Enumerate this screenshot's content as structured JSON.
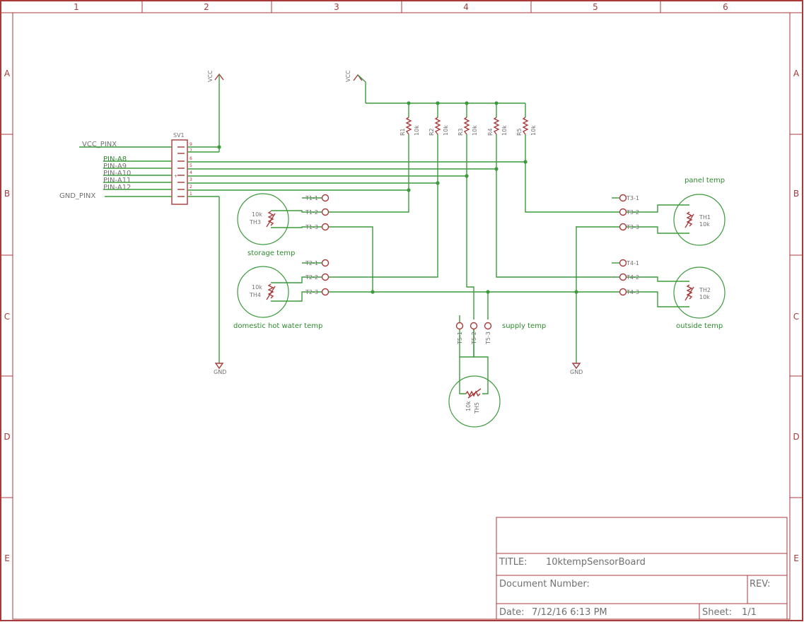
{
  "frame": {
    "columns": [
      "1",
      "2",
      "3",
      "4",
      "5",
      "6"
    ],
    "rows": [
      "A",
      "B",
      "C",
      "D",
      "E"
    ]
  },
  "power": {
    "vcc": "VCC",
    "gnd": "GND"
  },
  "connector": {
    "name": "SV1",
    "pins": [
      "9",
      "7",
      "6",
      "5",
      "4",
      "3",
      "2",
      "1"
    ],
    "nets": [
      "VCC_PINX",
      "PIN-A8",
      "PIN-A9",
      "PIN-A10",
      "PIN-A11",
      "PIN-A12",
      "GND_PINX"
    ],
    "mark": "+"
  },
  "resistors": [
    {
      "name": "R1",
      "value": "10k"
    },
    {
      "name": "R2",
      "value": "10k"
    },
    {
      "name": "R3",
      "value": "10k"
    },
    {
      "name": "R4",
      "value": "10k"
    },
    {
      "name": "R5",
      "value": "10k"
    }
  ],
  "terminals": {
    "t1": [
      "T1-1",
      "T1-2",
      "T1-3"
    ],
    "t2": [
      "T2-1",
      "T2-2",
      "T2-3"
    ],
    "t3": [
      "T3-1",
      "T3-2",
      "T3-3"
    ],
    "t4": [
      "T4-1",
      "T4-2",
      "T4-3"
    ],
    "t5": [
      "T5-1",
      "T5-2",
      "T5-3"
    ]
  },
  "thermistors": [
    {
      "name": "TH1",
      "value": "10k",
      "label": "panel temp"
    },
    {
      "name": "TH2",
      "value": "10k",
      "label": "outside temp"
    },
    {
      "name": "TH3",
      "value": "10k",
      "label": "storage temp"
    },
    {
      "name": "TH4",
      "value": "10k",
      "label": "domestic hot water temp"
    },
    {
      "name": "TH5",
      "value": "10k",
      "label": "supply temp"
    }
  ],
  "title_block": {
    "title_label": "TITLE:",
    "title_value": "10ktempSensorBoard",
    "doc_label": "Document Number:",
    "rev_label": "REV:",
    "date_label": "Date:",
    "date_value": "7/12/16 6:13 PM",
    "sheet_label": "Sheet:",
    "sheet_value": "1/1"
  }
}
